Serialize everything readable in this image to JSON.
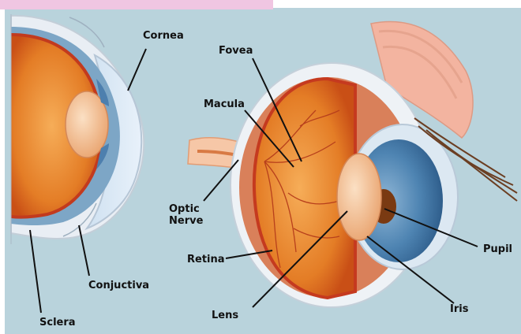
{
  "labels": {
    "cornea": "Cornea",
    "fovea": "Fovea",
    "macula": "Macula",
    "optic_nerve": "Optic\nNerve",
    "retina": "Retina",
    "conjuctiva": "Conjuctiva",
    "sclera": "Sclera",
    "lens": "Lens",
    "pupil": "Pupil",
    "iris": "Iris"
  },
  "colors": {
    "background": "#b9d3dc",
    "sclera": "#eef2f6",
    "sclera_shadow": "#c9d4de",
    "vitreous": "#e27a22",
    "vitreous_light": "#f3a04a",
    "retina_red": "#c8341e",
    "lens": "#f2b88a",
    "iris": "#4f86b4",
    "pupil": "#7a3a12",
    "cornea": "#d7e7f4",
    "muscle": "#f4b39e",
    "pink_strip": "#f0c6e2"
  }
}
